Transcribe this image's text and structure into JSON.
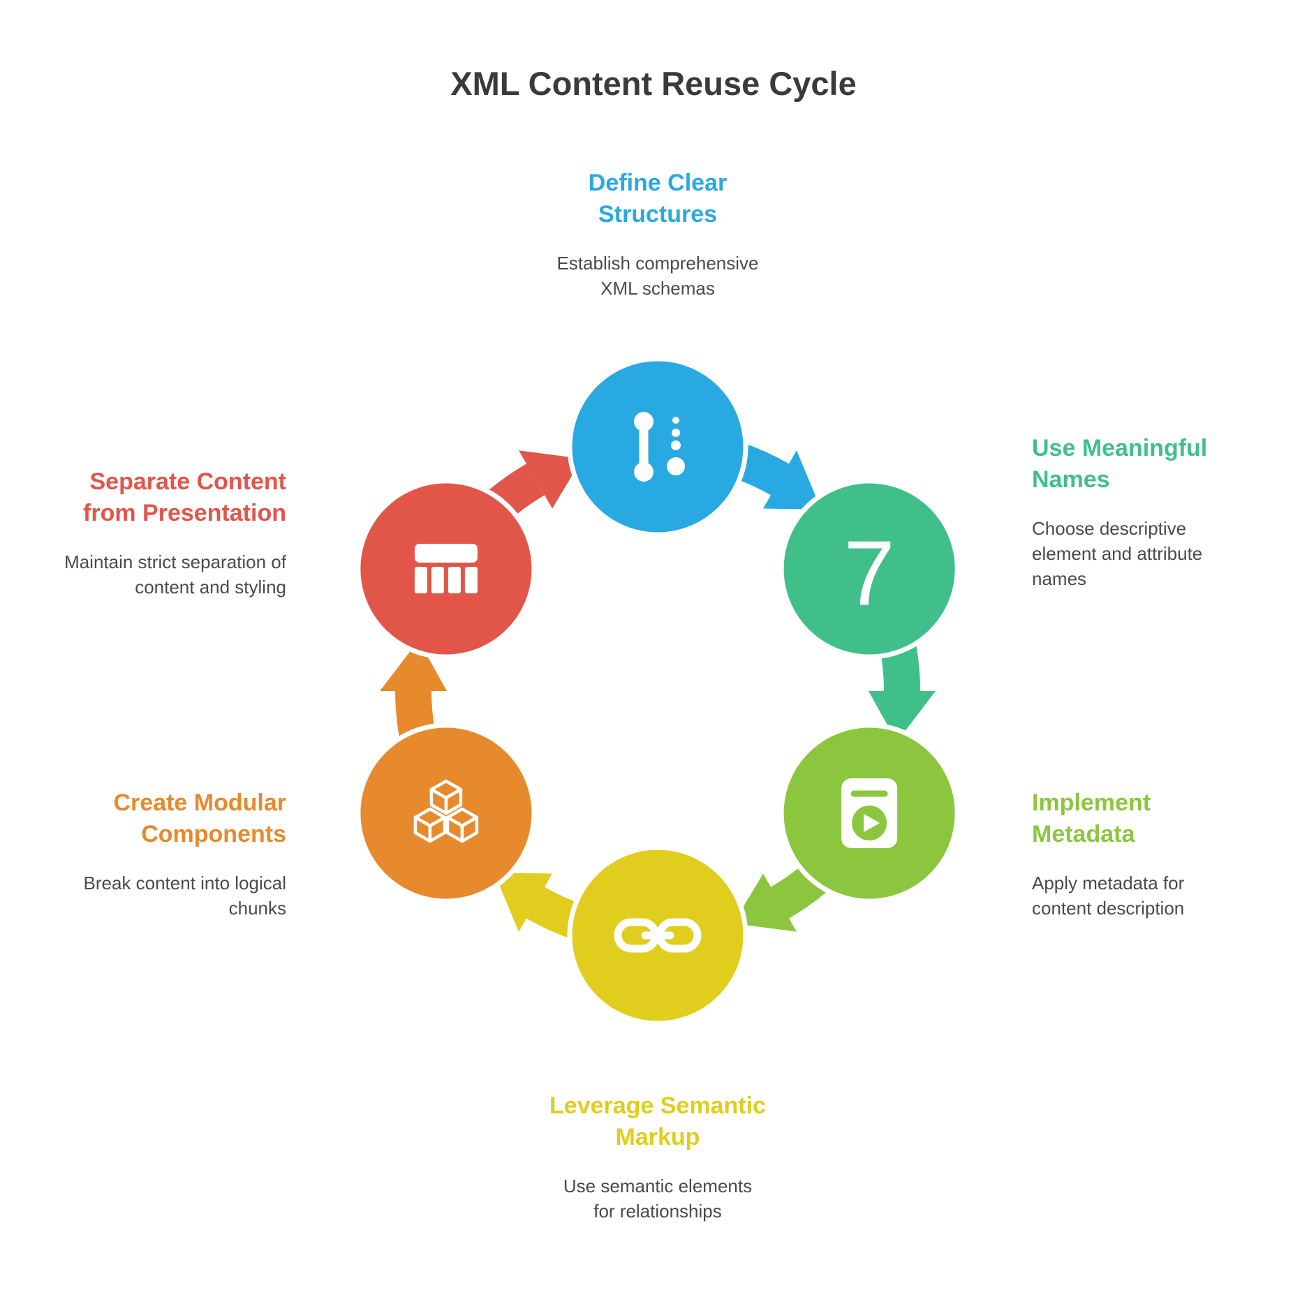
{
  "title": "XML Content Reuse Cycle",
  "page": {
    "background": "#ffffff",
    "title_color": "#3a3a3a",
    "description_color": "#4a4a4a"
  },
  "nodes": [
    {
      "label": "Define Clear Structures",
      "description": "Establish comprehensive XML schemas",
      "color": "#29a9e2",
      "icon": "workflow-steps-icon"
    },
    {
      "label": "Use Meaningful Names",
      "description": "Choose descriptive element and attribute names",
      "color": "#41bf8b",
      "icon": "number-seven-icon",
      "icon_text": "7"
    },
    {
      "label": "Implement Metadata",
      "description": "Apply metadata for content description",
      "color": "#8cc63f",
      "icon": "video-book-icon"
    },
    {
      "label": "Leverage Semantic Markup",
      "description": "Use semantic elements for relationships",
      "color": "#e0cd1e",
      "icon": "chain-link-icon"
    },
    {
      "label": "Create Modular Components",
      "description": "Break content into logical chunks",
      "color": "#e68a2d",
      "icon": "cubes-icon"
    },
    {
      "label": "Separate Content from Presentation",
      "description": "Maintain strict separation of content and styling",
      "color": "#e25549",
      "icon": "table-icon"
    }
  ]
}
